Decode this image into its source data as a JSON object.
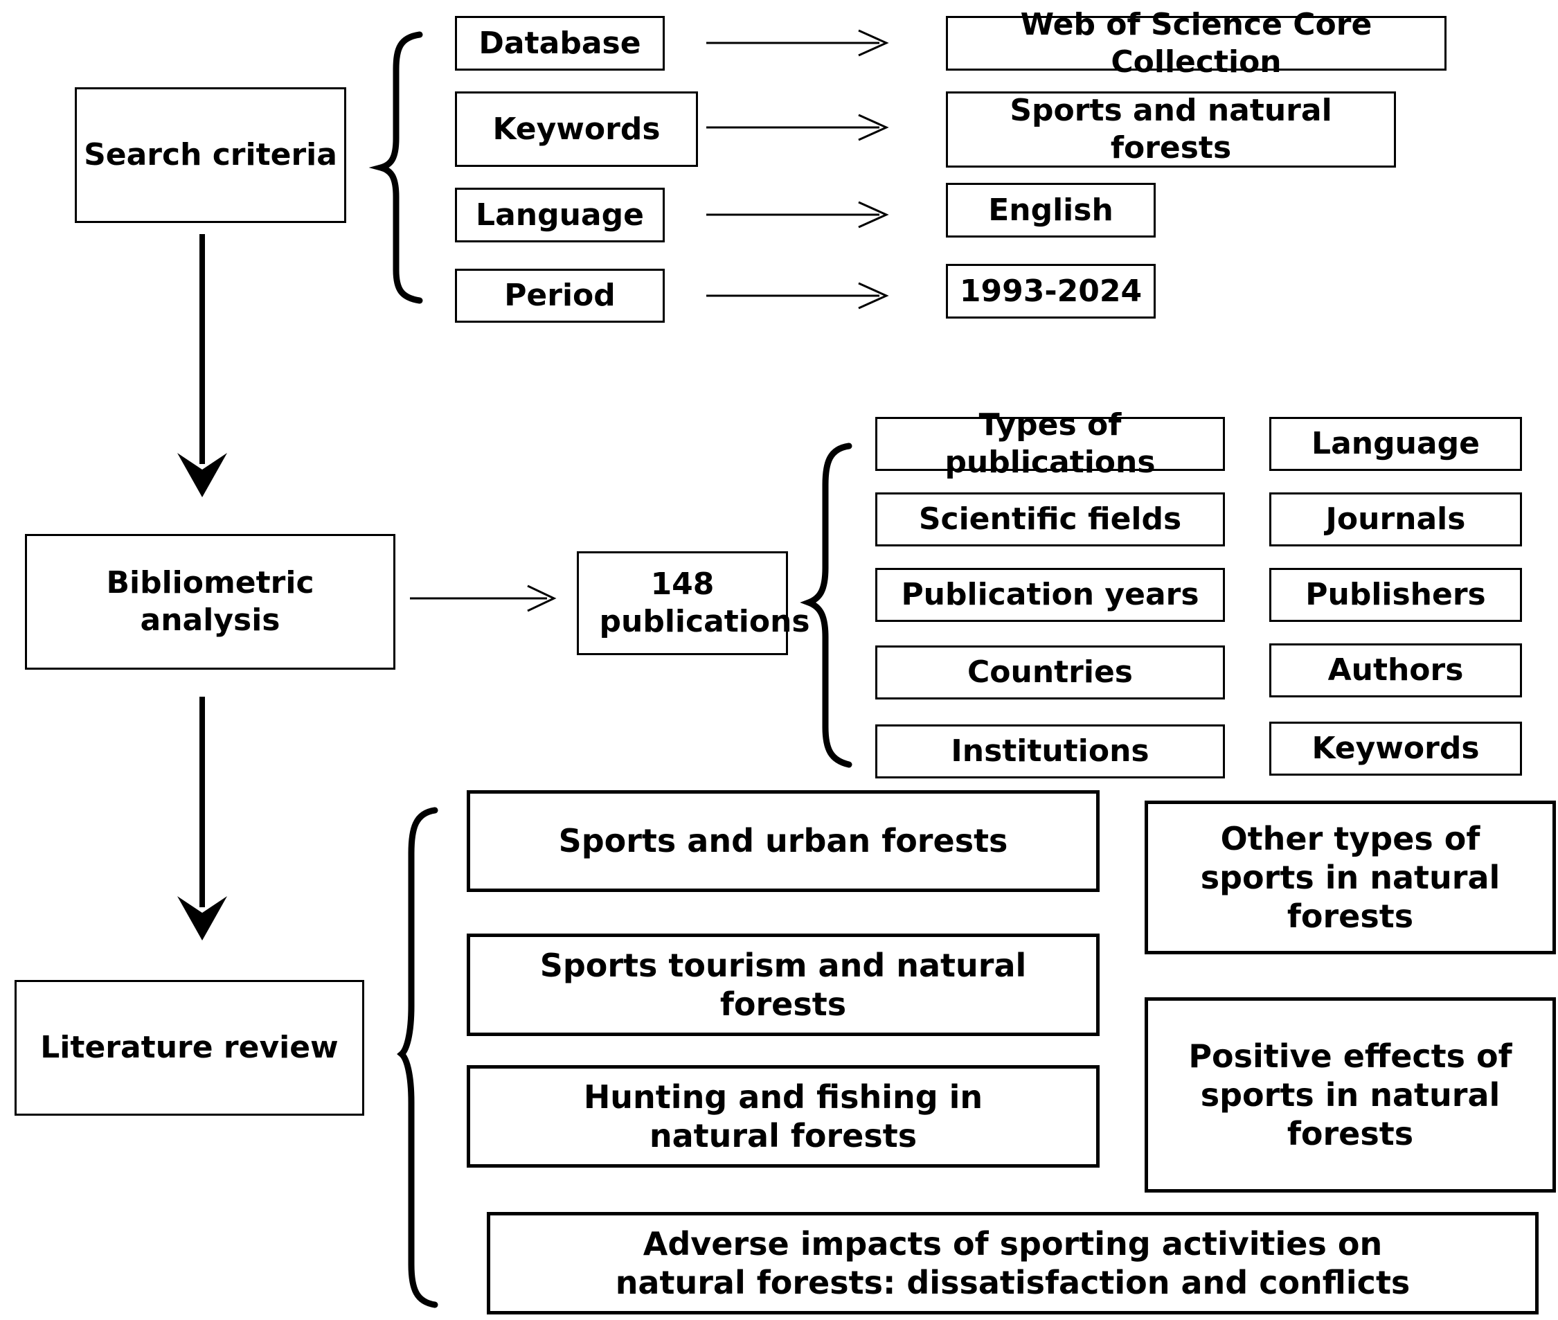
{
  "search": {
    "title": "Search criteria",
    "criteria": [
      {
        "label": "Database",
        "value": "Web of Science Core Collection"
      },
      {
        "label": "Keywords",
        "value": "Sports and natural forests"
      },
      {
        "label": "Language",
        "value": "English"
      },
      {
        "label": "Period",
        "value": "1993-2024"
      }
    ]
  },
  "bibliometric": {
    "title": "Bibliometric analysis",
    "count": "148 publications",
    "aspects_left": [
      "Types of publications",
      "Scientific fields",
      "Publication years",
      "Countries",
      "Institutions"
    ],
    "aspects_right": [
      "Language",
      "Journals",
      "Publishers",
      "Authors",
      "Keywords"
    ]
  },
  "review": {
    "title": "Literature review",
    "topics": [
      "Sports and urban forests",
      "Sports tourism and natural forests",
      "Hunting and fishing in natural forests",
      "Other types of sports in natural forests",
      "Positive effects of sports in natural forests",
      "Adverse impacts of sporting activities on natural forests: dissatisfaction and conflicts"
    ]
  }
}
